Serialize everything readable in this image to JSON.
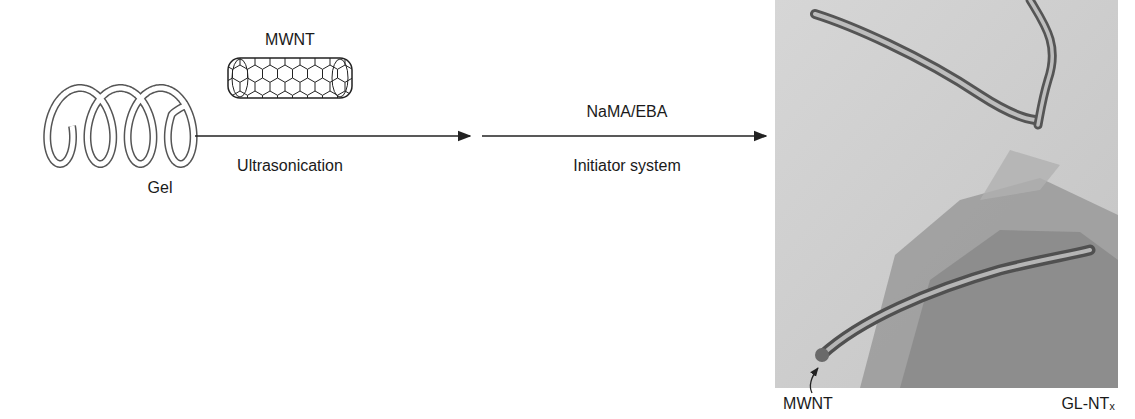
{
  "diagram": {
    "labels": [
      "MWNT",
      "Gel",
      "Ultrasonication",
      "NaMA/EBA",
      "Initiator system",
      "MWNT",
      "GL-NTₓ"
    ]
  }
}
